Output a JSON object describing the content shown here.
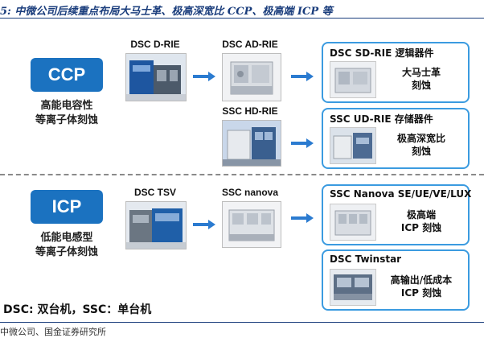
{
  "header": {
    "title": "5: 中微公司后续重点布局大马士革、极高深宽比 CCP、极高端 ICP 等"
  },
  "ccp": {
    "badge": "CCP",
    "label_line1": "高能电容性",
    "label_line2": "等离子体刻蚀",
    "machines": {
      "d_rie": "DSC D-RIE",
      "ad_rie": "DSC AD-RIE",
      "hd_rie": "SSC HD-RIE"
    },
    "outcomes": [
      {
        "title": "DSC SD-RIE 逻辑器件",
        "desc_line1": "大马士革",
        "desc_line2": "刻蚀"
      },
      {
        "title": "SSC UD-RIE 存储器件",
        "desc_line1": "极高深宽比",
        "desc_line2": "刻蚀"
      }
    ]
  },
  "icp": {
    "badge": "ICP",
    "label_line1": "低能电感型",
    "label_line2": "等离子体刻蚀",
    "machines": {
      "tsv": "DSC TSV",
      "nanova": "SSC nanova"
    },
    "outcomes": [
      {
        "title": "SSC Nanova SE/UE/VE/LUX",
        "desc_line1": "极高端",
        "desc_line2": "ICP 刻蚀"
      },
      {
        "title": "DSC Twinstar",
        "desc_line1": "高输出/低成本",
        "desc_line2": "ICP 刻蚀"
      }
    ]
  },
  "note": "DSC: 双台机，SSC：单台机",
  "source": "中微公司、国金证券研究所",
  "colors": {
    "badge": "#1b72c0",
    "arrow": "#2b7bd0",
    "card_border": "#3b9be0",
    "title": "#1a3d7c"
  }
}
